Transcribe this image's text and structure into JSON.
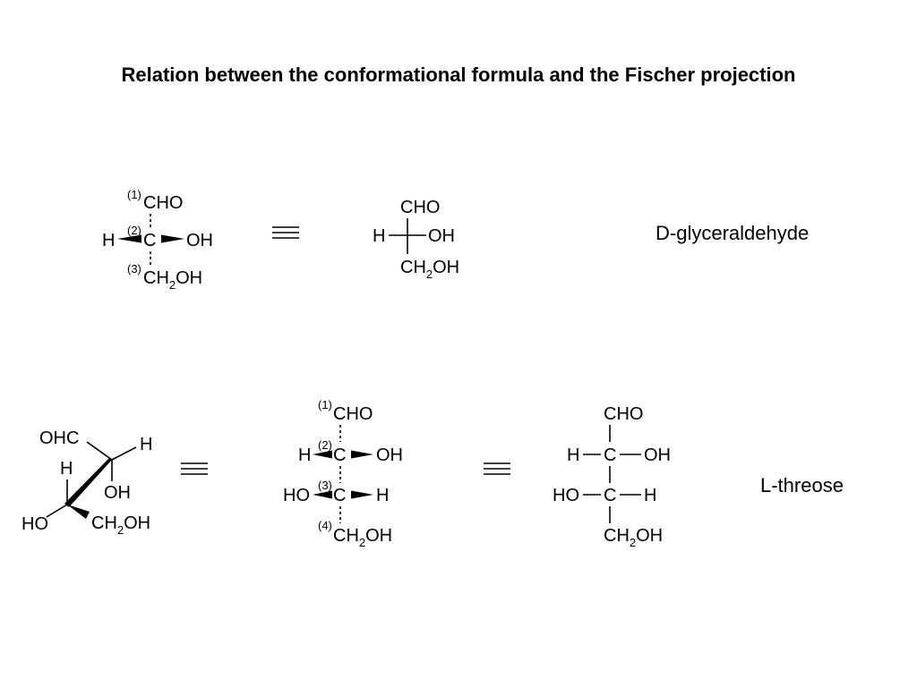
{
  "title": "Relation between the conformational formula and the Fischer projection",
  "glyphs": {
    "equivalent": "≡"
  },
  "glyceraldehyde": {
    "name": "D-glyceraldehyde",
    "conformational": {
      "num1": "(1)",
      "num2": "(2)",
      "num3": "(3)",
      "top": "CHO",
      "left": "H",
      "center": "C",
      "right": "OH",
      "bottom_ch": "CH",
      "bottom_sub": "2",
      "bottom_oh": "OH"
    },
    "fischer": {
      "top": "CHO",
      "left": "H",
      "right": "OH",
      "bottom_ch": "CH",
      "bottom_sub": "2",
      "bottom_oh": "OH"
    }
  },
  "threose": {
    "name": "L-threose",
    "sawhorse": {
      "top_left": "OHC",
      "top_right": "H",
      "mid_h": "H",
      "mid_oh": "OH",
      "bottom_left": "HO",
      "bottom_ch": "CH",
      "bottom_sub": "2",
      "bottom_oh": "OH"
    },
    "conformational": {
      "num1": "(1)",
      "num2": "(2)",
      "num3": "(3)",
      "num4": "(4)",
      "top": "CHO",
      "row1_left": "H",
      "row1_center": "C",
      "row1_right": "OH",
      "row2_left": "HO",
      "row2_center": "C",
      "row2_right": "H",
      "bottom_ch": "CH",
      "bottom_sub": "2",
      "bottom_oh": "OH"
    },
    "fischer": {
      "top": "CHO",
      "row1_left": "H",
      "row1_center": "C",
      "row1_right": "OH",
      "row2_left": "HO",
      "row2_center": "C",
      "row2_right": "H",
      "bottom_ch": "CH",
      "bottom_sub": "2",
      "bottom_oh": "OH"
    }
  }
}
